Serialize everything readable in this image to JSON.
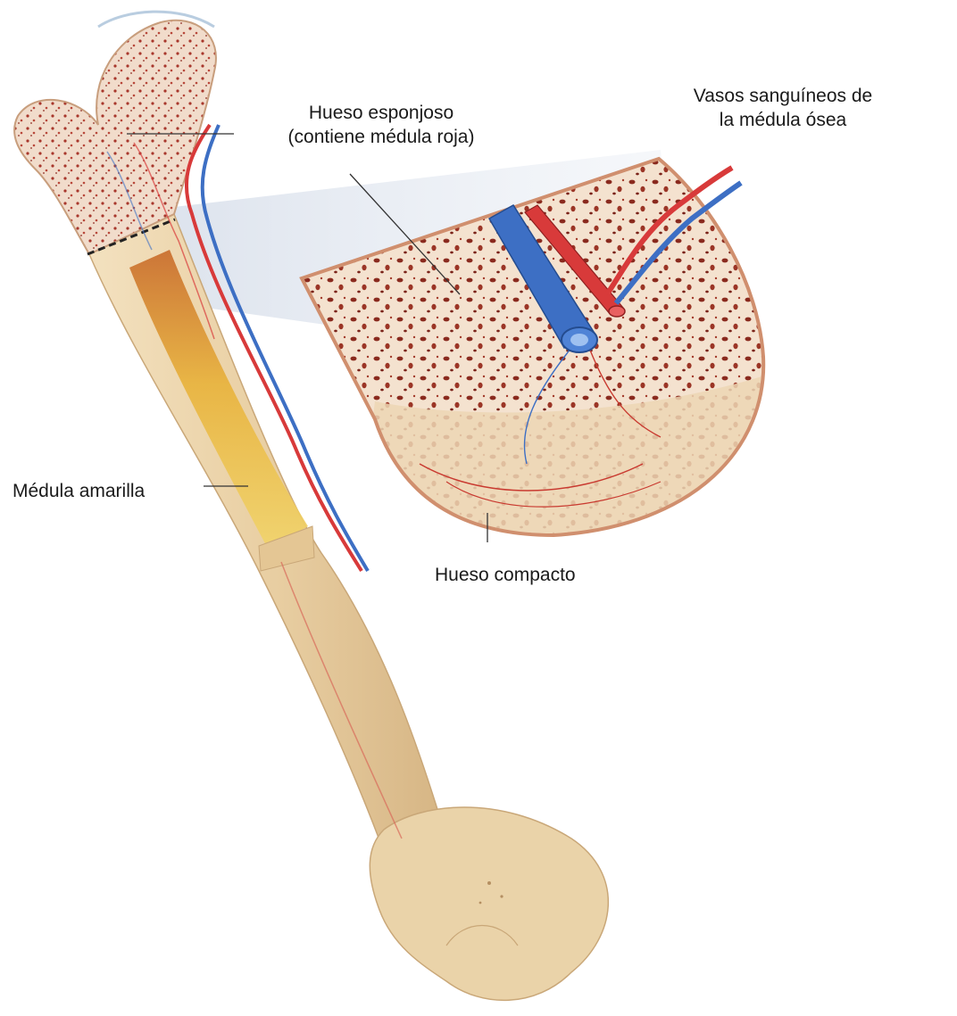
{
  "labels": {
    "spongy": {
      "line1": "Hueso esponjoso",
      "line2": "(contiene médula roja)"
    },
    "vessels": {
      "line1": "Vasos sanguíneos de",
      "line2": "la médula ósea"
    },
    "yellow_marrow": "Médula amarilla",
    "compact": "Hueso compacto"
  },
  "colors": {
    "bone": "#ecd3a8",
    "bone_shadow": "#d4b380",
    "artery": "#d83a3a",
    "vein": "#3d6fc4",
    "red_marrow_spots": "#8a2a1e",
    "yellow_marrow": "#e8c038",
    "leader_line": "#333333"
  }
}
